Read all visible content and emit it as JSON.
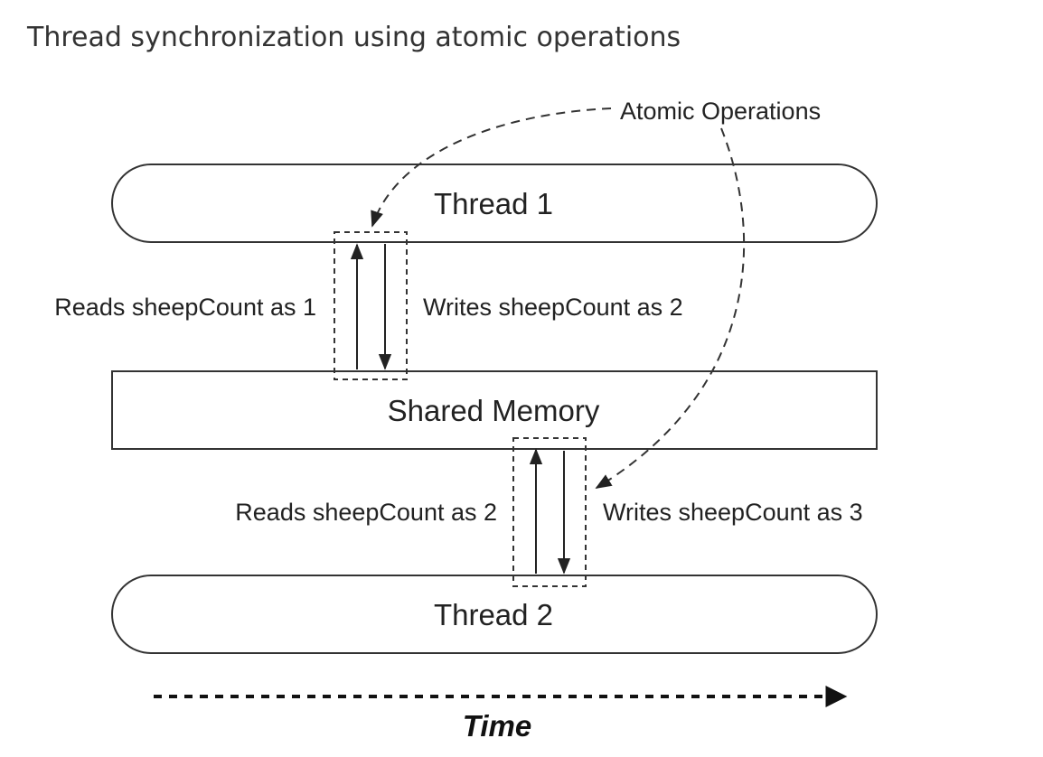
{
  "title": "Thread synchronization using atomic operations",
  "callout": {
    "label": "Atomic Operations"
  },
  "thread1": {
    "label": "Thread 1",
    "read_label": "Reads sheepCount as 1",
    "write_label": "Writes sheepCount as 2"
  },
  "shared_memory": {
    "label": "Shared Memory"
  },
  "thread2": {
    "label": "Thread 2",
    "read_label": "Reads sheepCount as 2",
    "write_label": "Writes sheepCount as 3"
  },
  "time_axis": {
    "label": "Time"
  }
}
